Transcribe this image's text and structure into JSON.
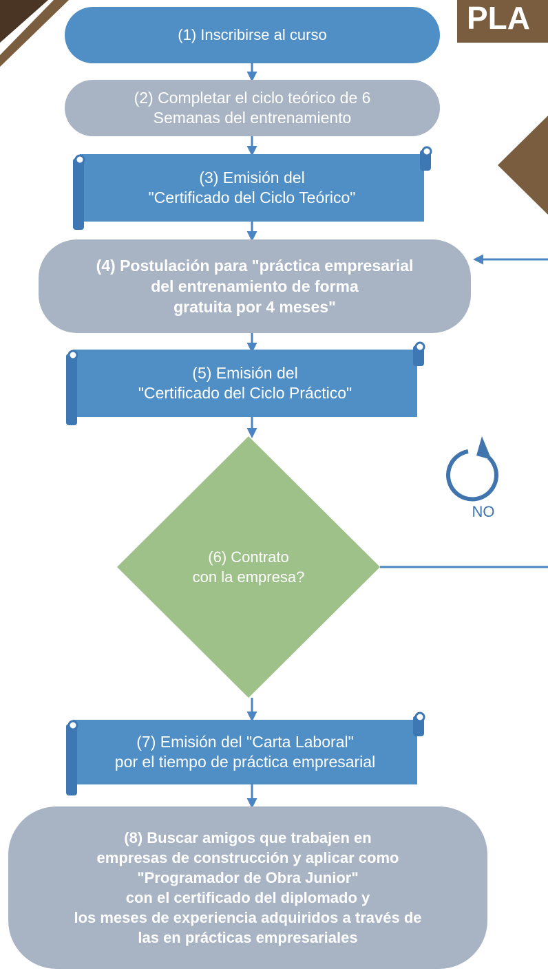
{
  "header": {
    "title": "PLA"
  },
  "colors": {
    "blue": "#4f8fc6",
    "blue_dark": "#3f74ad",
    "gray": "#a8b4c4",
    "green": "#9dc189",
    "brown": "#7a5c3f",
    "connector": "#4a84c2"
  },
  "steps": {
    "s1": "(1) Inscribirse al curso",
    "s2": "(2) Completar el ciclo teórico de 6\nSemanas del entrenamiento",
    "s3": "(3) Emisión del\n\"Certificado del Ciclo Teórico\"",
    "s4": "(4) Postulación para \"práctica empresarial\ndel entrenamiento de forma\ngratuita por 4 meses\"",
    "s5": "(5) Emisión del\n\"Certificado del Ciclo Práctico\"",
    "s6": "(6) Contrato\ncon la empresa?",
    "s7": "(7) Emisión del \"Carta Laboral\"\npor el tiempo de práctica empresarial",
    "s8": "(8) Buscar amigos que trabajen en\nempresas de construcción y aplicar como\n\"Programador de Obra Junior\"\ncon el certificado del diplomado y\nlos meses de experiencia adquiridos a través de\nlas en prácticas empresariales"
  },
  "loop": {
    "label": "NO",
    "icon": "loop-arrow-icon"
  }
}
